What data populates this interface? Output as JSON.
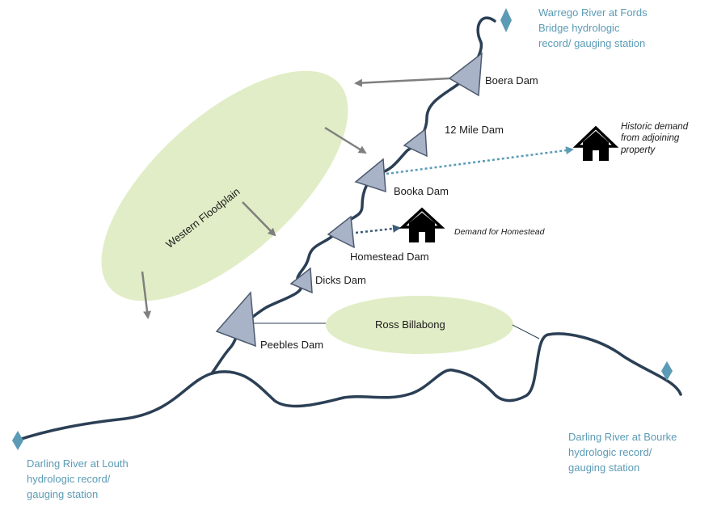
{
  "gauges": {
    "warrego": [
      "Warrego River at Fords",
      "Bridge  hydrologic",
      "record/ gauging station"
    ],
    "louth": [
      "Darling River at Louth",
      "hydrologic record/",
      "gauging station"
    ],
    "bourke": [
      "Darling River at Bourke",
      "hydrologic record/",
      "gauging station"
    ]
  },
  "dams": {
    "boera": "Boera Dam",
    "twelve_mile": "12 Mile Dam",
    "booka": "Booka Dam",
    "homestead": "Homestead Dam",
    "dicks": "Dicks Dam",
    "peebles": "Peebles Dam"
  },
  "areas": {
    "floodplain": "Western Floodplain",
    "billabong": "Ross Billabong"
  },
  "demands": {
    "historic": [
      "Historic demand",
      "from adjoining",
      "property"
    ],
    "homestead": "Demand for Homestead"
  },
  "colors": {
    "river": "#2b3f55",
    "dam_fill": "#a9b3c7",
    "dam_stroke": "#4d5a6e",
    "floodplain": "#e1edc6",
    "gauge": "#5b9bb5",
    "flow_arrow": "#7f7f7f",
    "demand_arrow": "#5b9bb5"
  }
}
